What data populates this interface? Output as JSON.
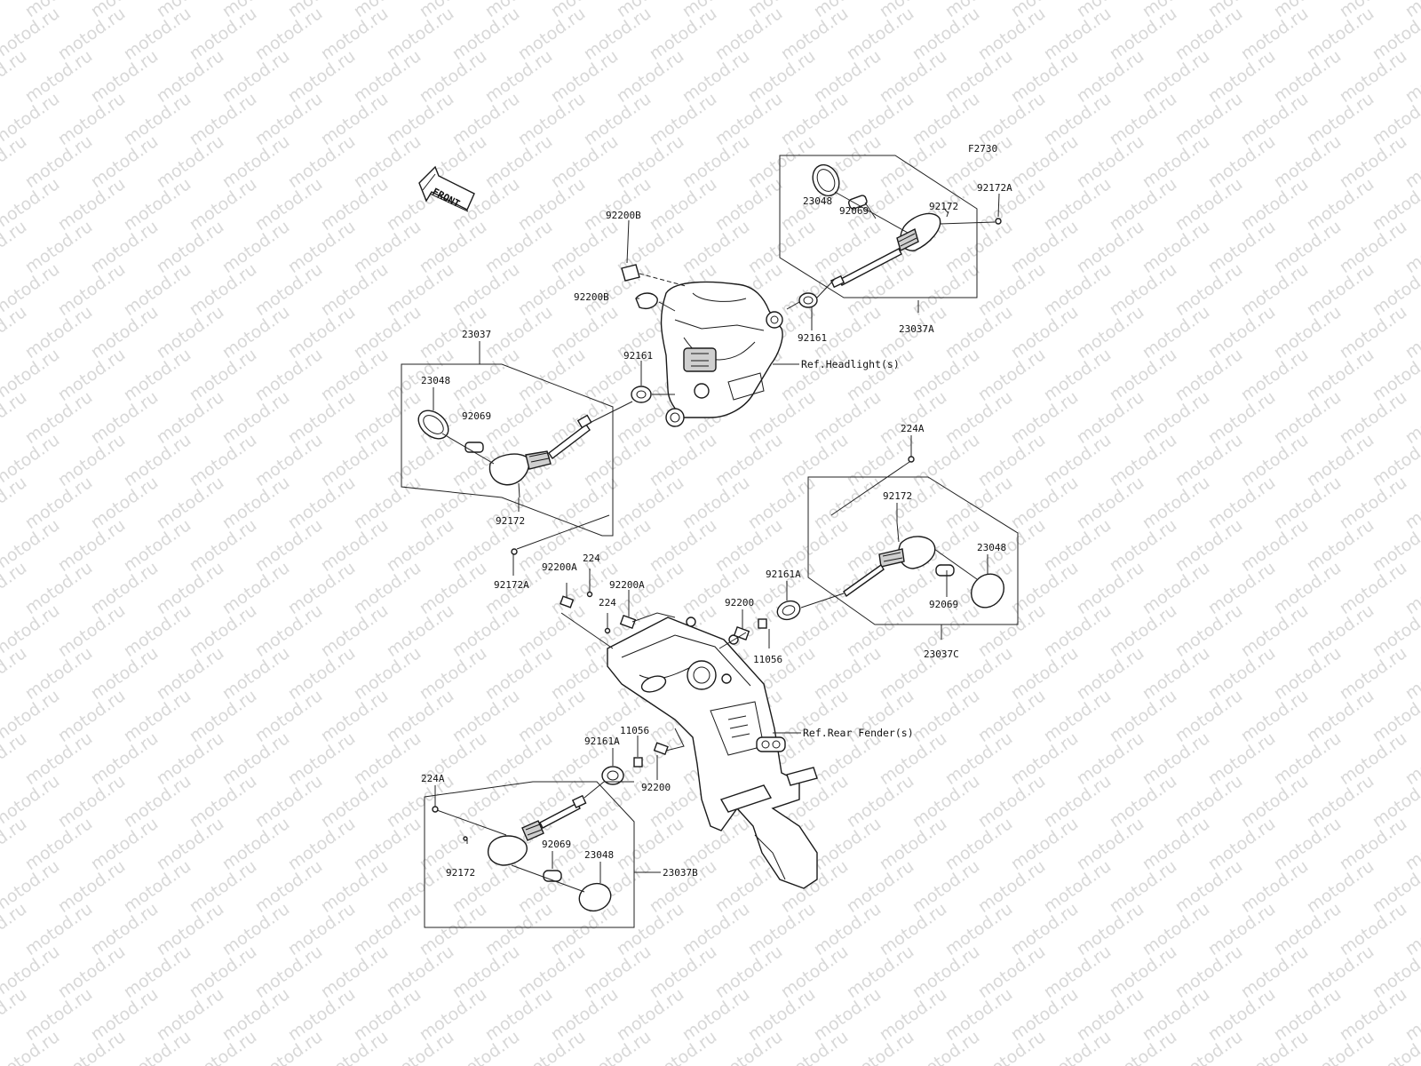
{
  "figure_code": "F2730",
  "front_arrow_text": "FRONT",
  "watermark_text": "motod.ru",
  "references": {
    "headlight": "Ref.Headlight(s)",
    "rear_fender": "Ref.Rear Fender(s)"
  },
  "callouts": [
    {
      "id": "c-92172a-fr",
      "text": "92172A"
    },
    {
      "id": "c-92172-fr",
      "text": "92172"
    },
    {
      "id": "c-23048-fr",
      "text": "23048"
    },
    {
      "id": "c-92069-fr",
      "text": "92069"
    },
    {
      "id": "c-23037a",
      "text": "23037A"
    },
    {
      "id": "c-92161-r",
      "text": "92161"
    },
    {
      "id": "c-92200b-1",
      "text": "92200B"
    },
    {
      "id": "c-92200b-2",
      "text": "92200B"
    },
    {
      "id": "c-92161-m",
      "text": "92161"
    },
    {
      "id": "c-23037",
      "text": "23037"
    },
    {
      "id": "c-23048-fl",
      "text": "23048"
    },
    {
      "id": "c-92069-fl",
      "text": "92069"
    },
    {
      "id": "c-92172-fl",
      "text": "92172"
    },
    {
      "id": "c-92172a-fl",
      "text": "92172A"
    },
    {
      "id": "c-224a-r",
      "text": "224A"
    },
    {
      "id": "c-92172-rr",
      "text": "92172"
    },
    {
      "id": "c-23048-rr",
      "text": "23048"
    },
    {
      "id": "c-92161a-r",
      "text": "92161A"
    },
    {
      "id": "c-92069-rr",
      "text": "92069"
    },
    {
      "id": "c-23037c",
      "text": "23037C"
    },
    {
      "id": "c-92200-r",
      "text": "92200"
    },
    {
      "id": "c-11056-r",
      "text": "11056"
    },
    {
      "id": "c-92200a-1",
      "text": "92200A"
    },
    {
      "id": "c-224-1",
      "text": "224"
    },
    {
      "id": "c-92200a-2",
      "text": "92200A"
    },
    {
      "id": "c-224-2",
      "text": "224"
    },
    {
      "id": "c-11056-l",
      "text": "11056"
    },
    {
      "id": "c-92161a-l",
      "text": "92161A"
    },
    {
      "id": "c-92200-l",
      "text": "92200"
    },
    {
      "id": "c-224a-l",
      "text": "224A"
    },
    {
      "id": "c-92069-rl",
      "text": "92069"
    },
    {
      "id": "c-23048-rl",
      "text": "23048"
    },
    {
      "id": "c-92172-rl",
      "text": "92172"
    },
    {
      "id": "c-23037b",
      "text": "23037B"
    }
  ]
}
